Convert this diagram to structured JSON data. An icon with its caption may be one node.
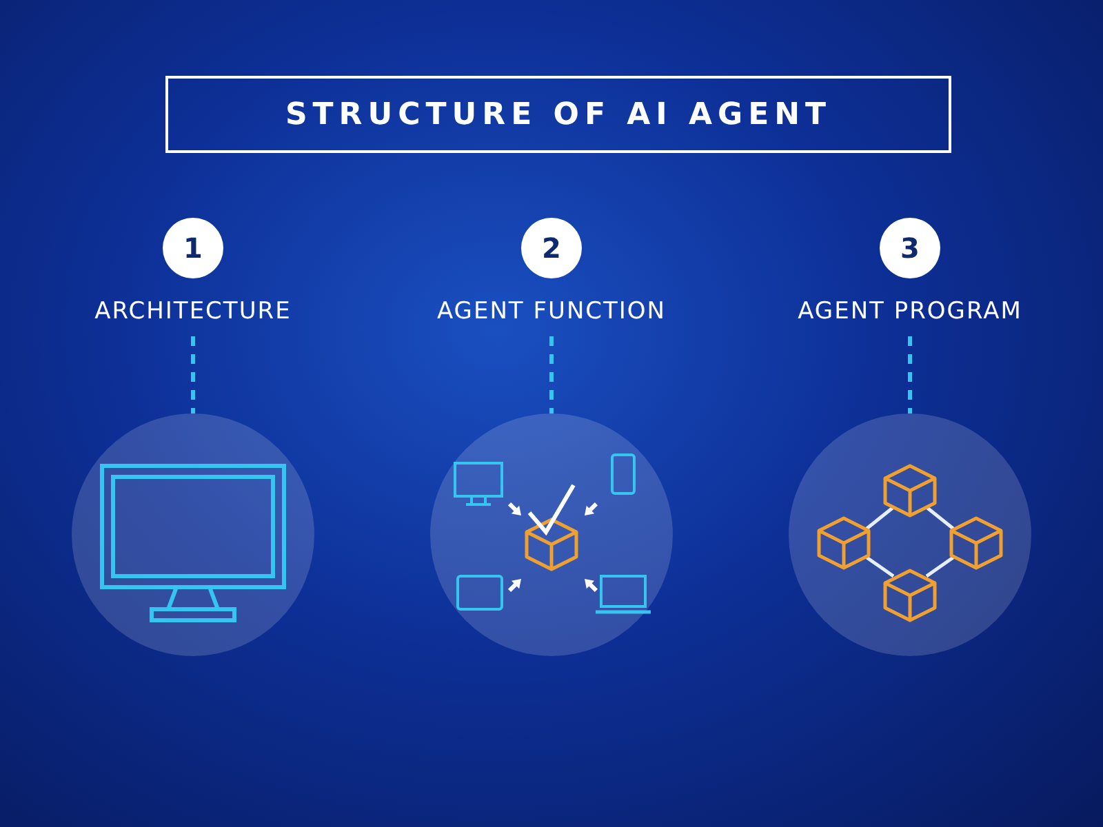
{
  "diagram": {
    "nodes": [
      {
        "text": [
          "STRUCTURE OF AI AGENT"
        ]
      },
      {
        "text": [
          "1"
        ]
      },
      {
        "text": [
          "ARCHITECTURE"
        ]
      },
      {
        "text": [],
        "shape": "circle"
      },
      {
        "text": [
          "2"
        ]
      },
      {
        "text": [
          "AGENT FUNCTION"
        ]
      },
      {
        "text": [],
        "shape": "circle"
      },
      {
        "text": [
          "3"
        ]
      },
      {
        "text": [
          "AGENT PROGRAM"
        ]
      },
      {
        "text": [],
        "shape": "circle"
      }
    ],
    "edges": [
      {
        "from": 2,
        "to": 3,
        "arrow": "none",
        "style": "dashed"
      },
      {
        "from": 5,
        "to": 6,
        "arrow": "none",
        "style": "dashed"
      },
      {
        "from": 8,
        "to": 9,
        "arrow": "none",
        "style": "dashed"
      }
    ]
  }
}
